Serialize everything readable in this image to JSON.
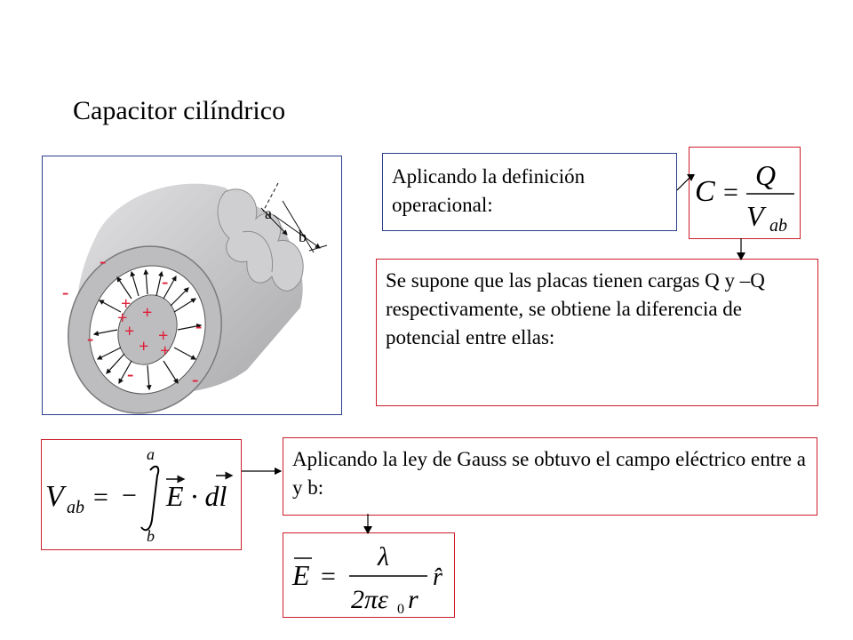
{
  "title": "Capacitor  cilíndrico",
  "figure": {
    "label_a": "a",
    "label_b": "b",
    "plus_sign": "+",
    "minus_sign": "-"
  },
  "definition_text": "Aplicando la definición operacional:",
  "assumption_text": "Se supone que las placas tienen cargas Q y –Q respectivamente, se obtiene la diferencia de potencial entre ellas:",
  "gauss_text": "Aplicando la ley de Gauss se obtuvo el campo eléctrico entre a y b:",
  "formulas": {
    "capacitance": {
      "lhs": "C",
      "eq": "=",
      "num": "Q",
      "den": "V",
      "den_sub": "ab"
    },
    "potential": {
      "lhs": "V",
      "lhs_sub": "ab",
      "eq": "=",
      "sign": "−",
      "upper": "a",
      "lower": "b",
      "integrand": "E · dl"
    },
    "field": {
      "lhs": "E",
      "eq": "=",
      "num": "λ",
      "den": "2πε",
      "den_sub": "0",
      "den_r": "r",
      "unit": "r̂"
    }
  },
  "colors": {
    "blue_border": "#2a3f8f",
    "red_border": "#cc1f2a",
    "charge_red": "#e0203a",
    "cylinder_gray": "#c9c9cb"
  }
}
